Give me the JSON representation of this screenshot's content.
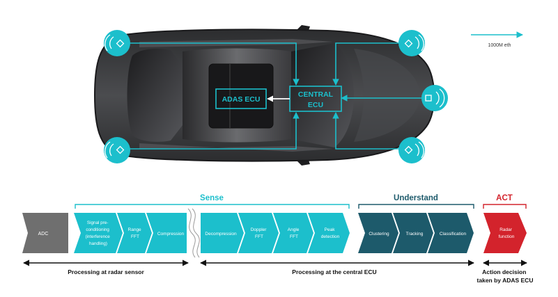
{
  "colors": {
    "teal": "#1cbfcc",
    "dark_teal": "#1d5a6b",
    "red": "#d3232c",
    "adc_gray": "#6f6f6f",
    "car_body": "#3a3b3d",
    "arrow_black": "#111111"
  },
  "car": {
    "adas_ecu_label": "ADAS ECU",
    "central_ecu_line1": "CENTRAL",
    "central_ecu_line2": "ECU",
    "sensor_icon": "radar-sensor-icon"
  },
  "legend": {
    "label": "1000M eth"
  },
  "phases": {
    "sense": "Sense",
    "understand": "Understand",
    "act": "ACT"
  },
  "steps": {
    "adc": "ADC",
    "signal_preconditioning": [
      "Signal pre-",
      "conditioning",
      "(interference",
      "handling)"
    ],
    "range_fft": [
      "Range",
      "FFT"
    ],
    "compression": "Compression",
    "decompression": "Decompression",
    "doppler_fft": [
      "Doppler",
      "FFT"
    ],
    "angle_fft": [
      "Angle",
      "FFT"
    ],
    "peak_detection": [
      "Peak",
      "detection"
    ],
    "clustering": "Clustering",
    "tracking": "Tracking",
    "classification": "Classification",
    "radar_function": [
      "Radar",
      "function"
    ]
  },
  "footer": {
    "processing_radar_sensor": "Processing at radar sensor",
    "processing_central_ecu": "Processing at the central ECU",
    "action_decision_line1": "Action decision",
    "action_decision_line2": "taken by ADAS ECU"
  }
}
